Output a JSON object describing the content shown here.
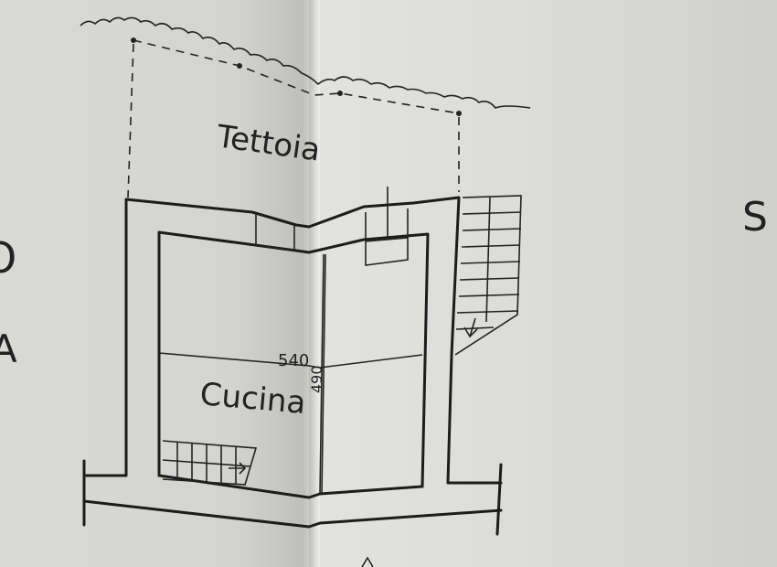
{
  "labels": {
    "roof": "Tettoia",
    "kitchen": "Cucina",
    "dim_width": "540",
    "dim_depth": "490",
    "edge_right": "S",
    "edge_left_top": "O",
    "edge_left_bottom": "A"
  },
  "colors": {
    "paper": "#d9d9d6",
    "ink": "#1c1c1c"
  }
}
